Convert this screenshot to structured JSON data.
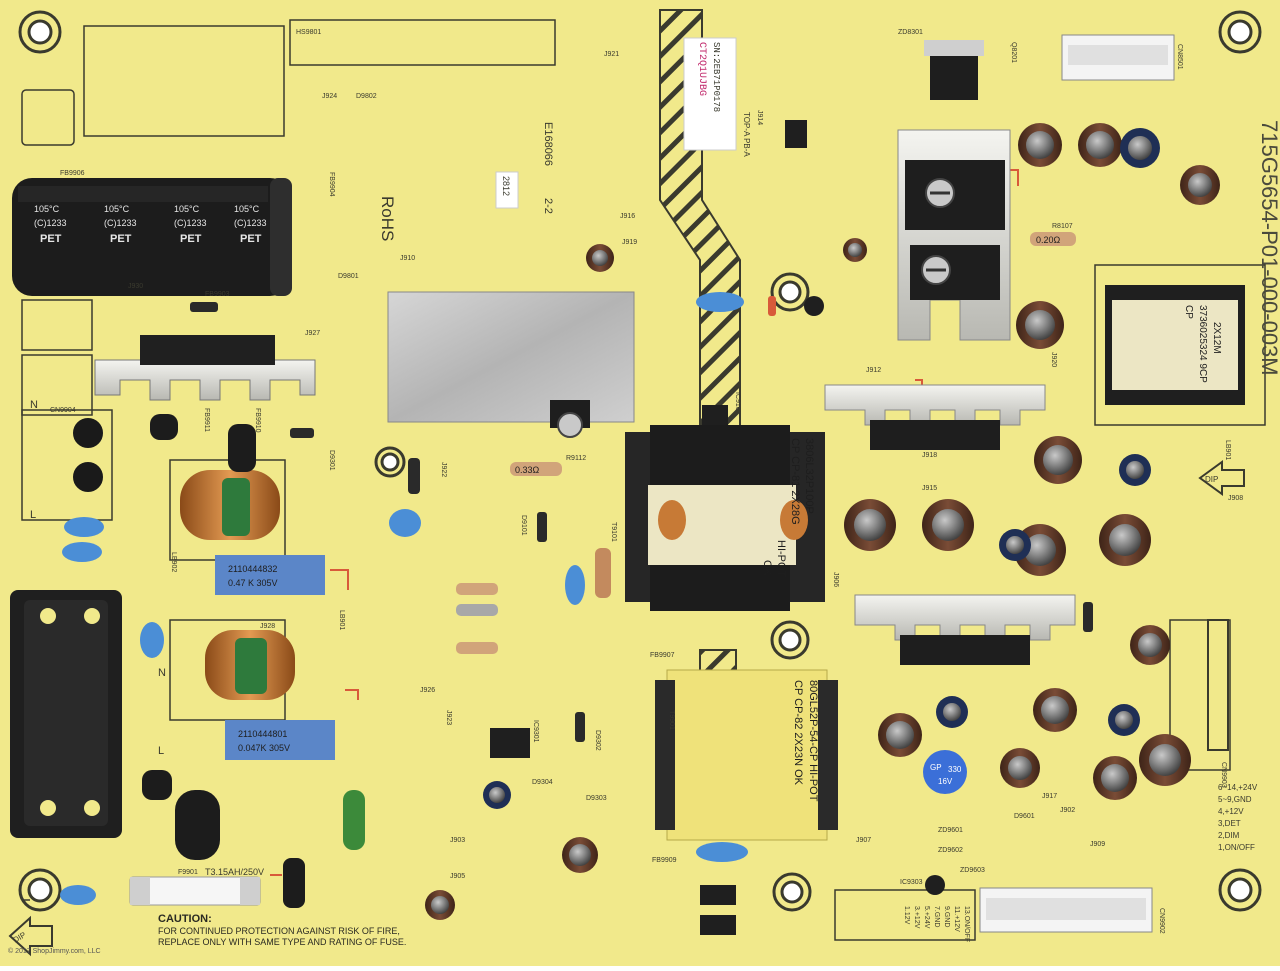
{
  "board": {
    "part_number": "715G5654-P01-000-003M",
    "colors": {
      "pcb": "#f1e98b",
      "silk": "#3a3a2e",
      "capacitor_black": "#1c1c1c",
      "capacitor_brown": "#5b3a2a",
      "y_cap_blue": "#4b8ed6",
      "heatsink": "#d9d9d4",
      "coil_copper": "#c77a36",
      "transformer_yellow": "#efe27a",
      "relay_blue": "#5b86c8"
    }
  },
  "silkscreen": {
    "rohs": "RoHS",
    "ul_code": "E168066",
    "ul_revision": "2-2",
    "fuse_rating": "T3.15AH/250V",
    "dip_left": "DIP",
    "dip_right": "DIP",
    "caution_title": "CAUTION:",
    "caution_line1": "FOR CONTINUED PROTECTION AGAINST RISK OF FIRE,",
    "caution_line2": "REPLACE ONLY WITH SAME TYPE AND RATING OF FUSE.",
    "connector_pins": [
      "13.ON/OFF",
      "11.+12V",
      "9.GND",
      "7.GND",
      "5.+24V",
      "3.+12V",
      "1.12V"
    ],
    "connector_pins_right": [
      "6~14,+24V",
      "5~9,GND",
      "4,+12V",
      "3,DET",
      "2,DIM",
      "1,ON/OFF"
    ],
    "side_letters": [
      "N",
      "L",
      "N",
      "L"
    ]
  },
  "labels": {
    "lot_sticker_line1": "CT2Q1UJBG",
    "lot_sticker_line2": "SN:2EB71P0178",
    "top_label": "TOP-A PB-A",
    "date_sticker": "2812",
    "bulk_cap_text": "PET",
    "bulk_cap_rating": "105°C",
    "bulk_cap_brand": "(C)1233",
    "transformer_main_line1": "3806L32P100P",
    "transformer_main_line2": "CP CP-81 2X28G",
    "transformer_main_line3": "HI-POT",
    "transformer_main_line4": "OK",
    "transformer_aux_line1": "3736025324 9CP",
    "transformer_aux_line2": "2X12M",
    "transformer_aux_line3": "CP",
    "transformer_standby_line1": "80GL52P-54-CP HI-POT",
    "transformer_standby_line2": "CP CP-82 2X23N OK",
    "xcap_top_line1": "2110444832",
    "xcap_top_line2": "0.47 K 305V",
    "xcap_bottom_line1": "2110444801",
    "xcap_bottom_line2": "0.047K 305V",
    "resistor_r9112": "0.33Ω",
    "resistor_r8107": "0.20Ω",
    "cap_blue_330": "330",
    "cap_blue_16v": "16V",
    "cap_blue_gp": "GP"
  },
  "refdes": {
    "HS9801": "HS9801",
    "J921": "J921",
    "J924": "J924",
    "D9802": "D9802",
    "D9801": "D9801",
    "FB9906": "FB9906",
    "FB9903": "FB9903",
    "FB9904": "FB9904",
    "J930": "J930",
    "J927": "J927",
    "CN9904": "CN9904",
    "FB9910": "FB9910",
    "FB9911": "FB9911",
    "D9301": "D9301",
    "J922": "J922",
    "R9112": "R9112",
    "D9101": "D9101",
    "T9101": "T9101",
    "IC9101": "IC9101",
    "J916": "J916",
    "J919": "J919",
    "J910": "J910",
    "ZD8301": "ZD8301",
    "Q8201": "Q8201",
    "CN8501": "CN8501",
    "R8107": "R8107",
    "J912": "J912",
    "J918": "J918",
    "J915": "J915",
    "J908": "J908",
    "LB901": "LB901",
    "J920": "J920",
    "T9901": "T9901",
    "J926": "J926",
    "J923": "J923",
    "IC9301": "IC9301",
    "D9302": "D9302",
    "D9304": "D9304",
    "D9303": "D9303",
    "J903": "J903",
    "J905": "J905",
    "FB9909": "FB9909",
    "FB9907": "FB9907",
    "IC9303": "IC9303",
    "ZD9601": "ZD9601",
    "ZD9602": "ZD9602",
    "ZD9603": "ZD9603",
    "D9601": "D9601",
    "J917": "J917",
    "J902": "J902",
    "J909": "J909",
    "CN9903": "CN9903",
    "CN9902": "CN9902",
    "F9901": "F9901",
    "LB902": "LB902",
    "LB901b": "LB901",
    "J928": "J928",
    "J906": "J906",
    "J907": "J907",
    "J914": "J914"
  },
  "footer": {
    "copyright": "© 2017 ShopJimmy.com, LLC"
  }
}
